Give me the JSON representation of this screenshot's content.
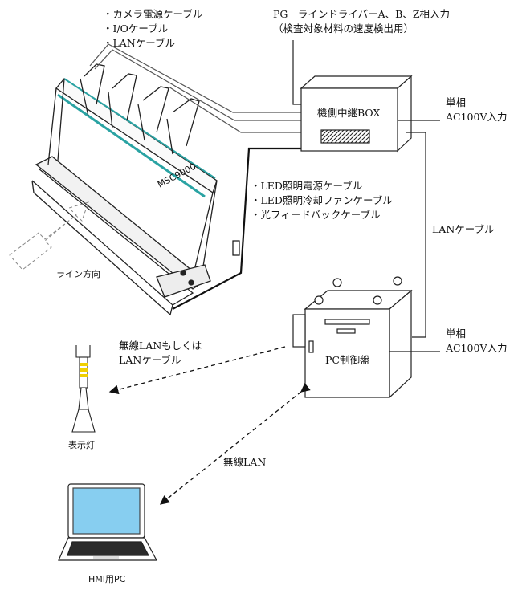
{
  "labels": {
    "camera_cables": [
      "・カメラ電源ケーブル",
      "・I/Oケーブル",
      "・LANケーブル"
    ],
    "pg_input": [
      "PG　ラインドライバーA、B、Z相入力",
      "（検査対象材料の速度検出用）"
    ],
    "relay_box": "機側中継BOX",
    "power_top": [
      "単相",
      "AC100V入力"
    ],
    "led_cables": [
      "・LED照明電源ケーブル",
      "・LED照明冷却ファンケーブル",
      "・光フィードバックケーブル"
    ],
    "lan_cable": "LANケーブル",
    "line_direction": "ライン方向",
    "device_label": "MSC9000",
    "power_bottom": [
      "単相",
      "AC100V入力"
    ],
    "pc_panel": "PC制御盤",
    "wireless_or_lan": [
      "無線LANもしくは",
      "LANケーブル"
    ],
    "indicator_lamp": "表示灯",
    "wireless_lan": "無線LAN",
    "hmi_pc": "HMI用PC"
  }
}
